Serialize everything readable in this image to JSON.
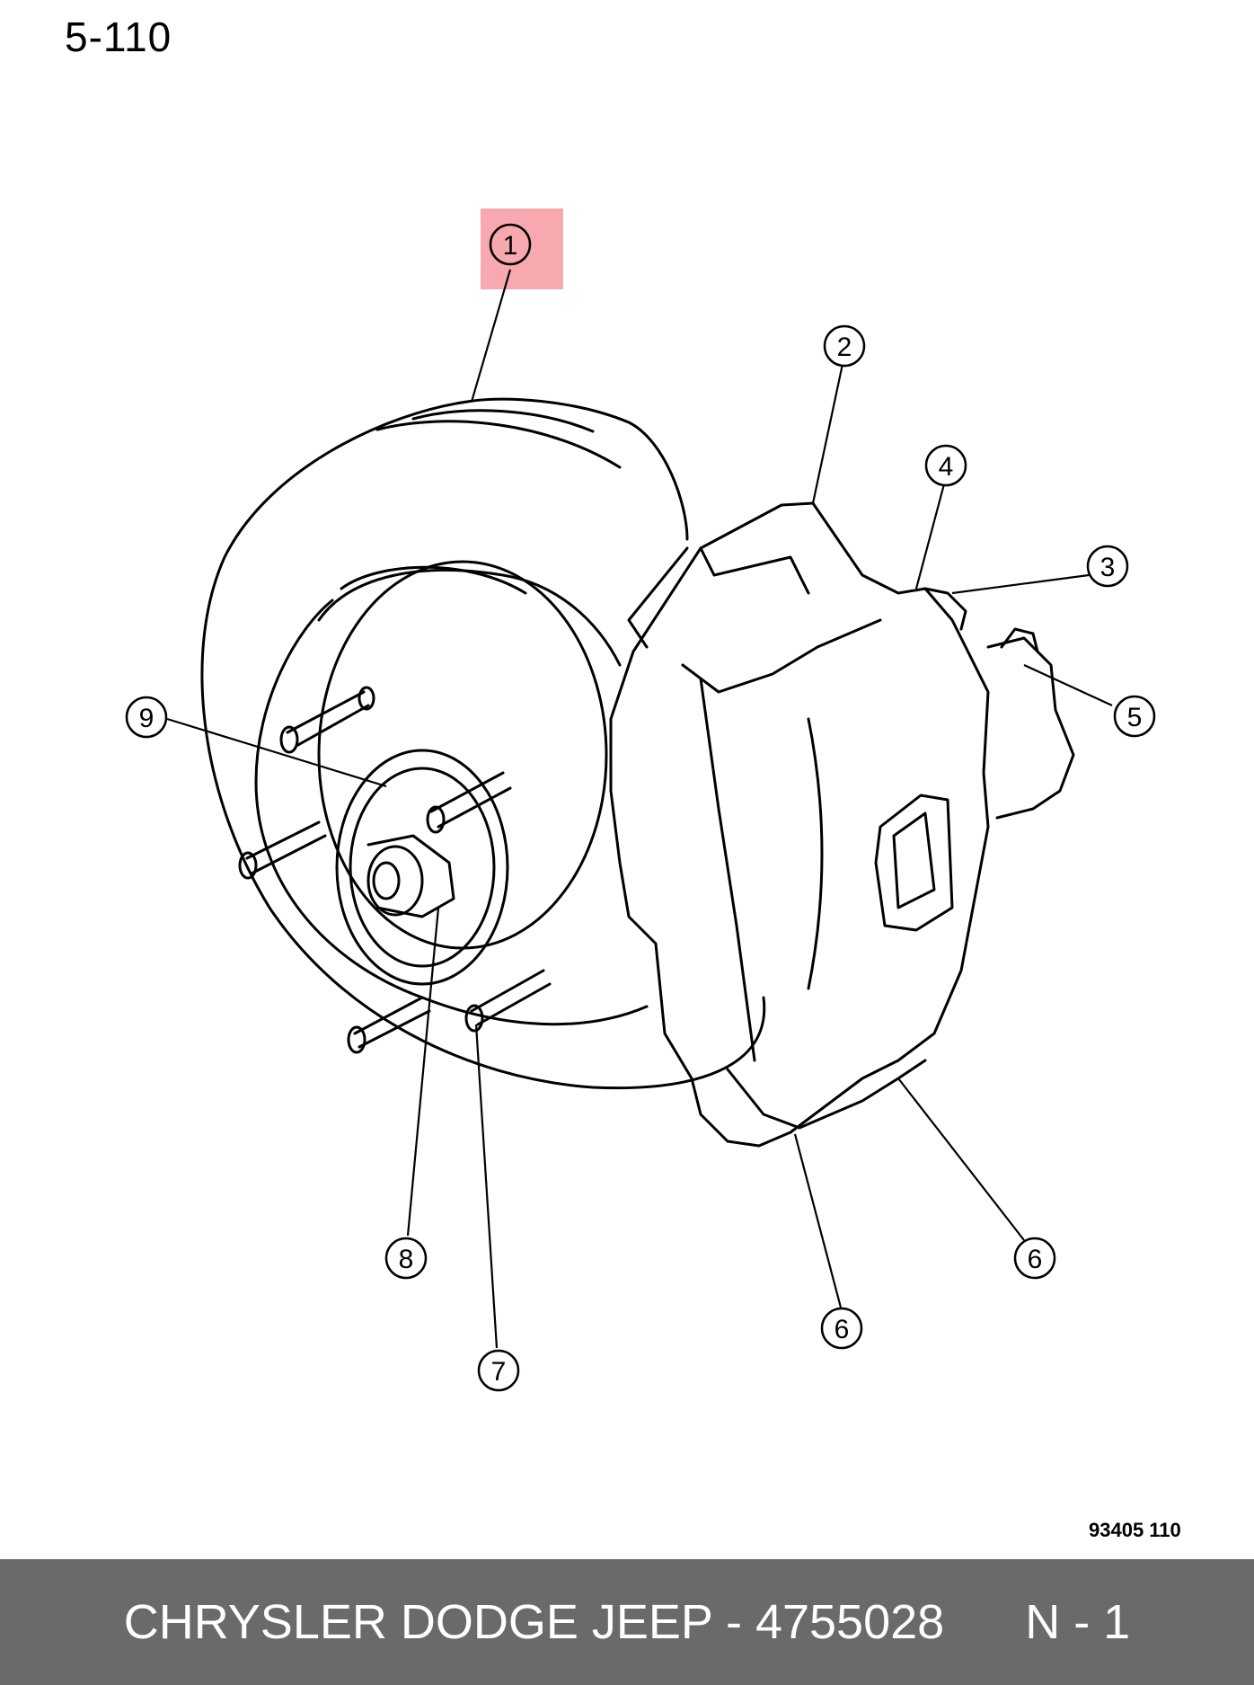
{
  "page_label": "5-110",
  "figure_code": "93405  110",
  "callouts": [
    {
      "id": "c1",
      "label": "1",
      "highlighted": true
    },
    {
      "id": "c2",
      "label": "2"
    },
    {
      "id": "c3",
      "label": "3"
    },
    {
      "id": "c4",
      "label": "4"
    },
    {
      "id": "c5",
      "label": "5"
    },
    {
      "id": "c6a",
      "label": "6"
    },
    {
      "id": "c6b",
      "label": "6"
    },
    {
      "id": "c7",
      "label": "7"
    },
    {
      "id": "c8",
      "label": "8"
    },
    {
      "id": "c9",
      "label": "9"
    }
  ],
  "highlight_color": "#f7a0a6",
  "footer": {
    "text": "CHRYSLER DODGE JEEP - 4755028      N - 1",
    "background": "#6a6a6a"
  }
}
